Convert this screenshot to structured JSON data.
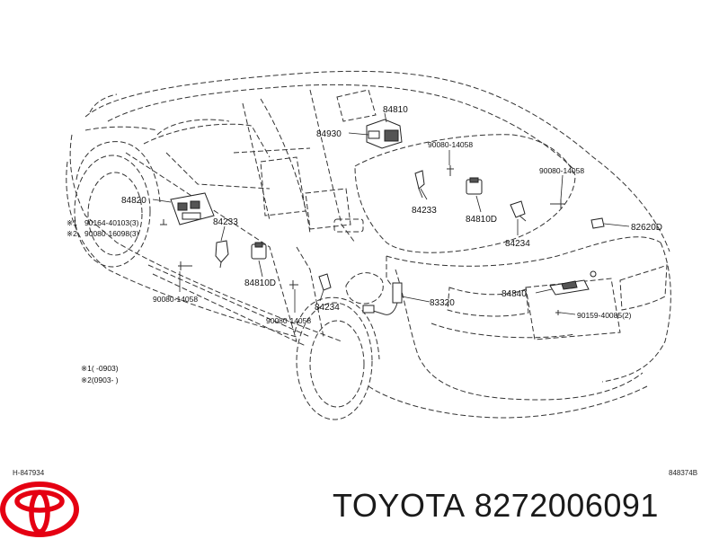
{
  "callouts": {
    "c84810": "84810",
    "c84930": "84930",
    "c90080a": "90080-14058",
    "c90080b": "90080-14058",
    "c84233a": "84233",
    "c84810d_a": "84810D",
    "c84820": "84820",
    "n1_prefix": "※1",
    "n1_code": "90164-40103(3)",
    "n2_prefix": "※2",
    "n2_code": "90080-16098(3)",
    "c84233b": "84233",
    "c84234a": "84234",
    "c82620d": "82620D",
    "c84810d_b": "84810D",
    "c90080c": "90080-14058",
    "c84234b": "84234",
    "c90080d": "90080-14058",
    "c83320": "83320",
    "c84840": "84840",
    "c90159": "90159-40085(2)"
  },
  "notes": {
    "note1": "※1(     -0903)",
    "note2": "※2(0903-     )"
  },
  "corner": {
    "left": "H-847934",
    "right": "848374B"
  },
  "brand": {
    "name": "TOYOTA",
    "part_number": "8272006091"
  },
  "colors": {
    "logo": "#e50012",
    "line": "#333333",
    "text": "#111111"
  },
  "icons": {
    "logo": "toyota-logo"
  }
}
